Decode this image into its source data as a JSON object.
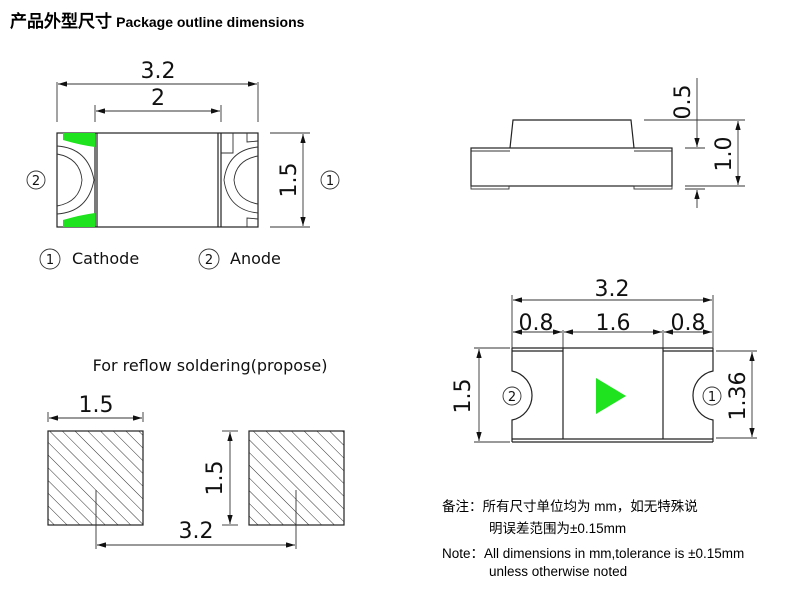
{
  "header": {
    "title_cn": "产品外型尺寸",
    "title_en": "Package outline dimensions"
  },
  "top_view": {
    "dim_length": "3.2",
    "dim_lens_length": "2",
    "dim_width": "1.5",
    "pin_left": "②",
    "pin_right": "①",
    "polarity_mark_color": "#1ee31e"
  },
  "legend": {
    "pin1_symbol": "①",
    "pin1_label": "Cathode",
    "pin2_symbol": "②",
    "pin2_label": "Anode"
  },
  "side_view": {
    "dim_lens_height": "0.5",
    "dim_body_height": "1.0"
  },
  "bottom_view": {
    "dim_length": "3.2",
    "dim_pad_left": "0.8",
    "dim_center": "1.6",
    "dim_pad_right": "0.8",
    "dim_width": "1.5",
    "dim_pad_height": "1.36",
    "pin_left": "②",
    "pin_right": "①",
    "polarity_arrow_color": "#1ee31e"
  },
  "reflow": {
    "title": "For reflow soldering(propose)",
    "dim_pad_width": "1.5",
    "dim_pad_height": "1.5",
    "dim_pitch": "3.2"
  },
  "notes": {
    "cn_line1": "备注：所有尺寸单位均为 mm，如无特殊说",
    "cn_line2": "明误差范围为±0.15mm",
    "en_line1": "Note：All dimensions in mm,tolerance is  ±0.15mm",
    "en_line2": "unless otherwise noted"
  }
}
